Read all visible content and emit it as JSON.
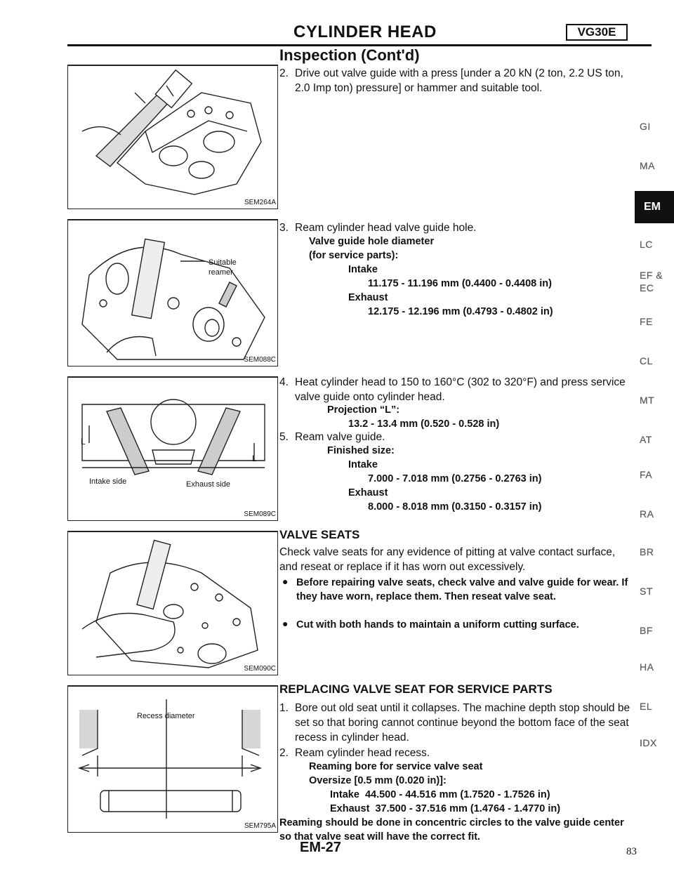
{
  "header": {
    "title": "CYLINDER HEAD",
    "engine_badge": "VG30E",
    "subtitle": "Inspection (Cont'd)"
  },
  "figures": [
    {
      "code": "SEM264A"
    },
    {
      "code": "SEM088C",
      "label_suitable": "Suitable",
      "label_reamer": "reamer"
    },
    {
      "code": "SEM089C",
      "label_intake": "Intake side",
      "label_exhaust": "Exhaust side",
      "label_l1": "L",
      "label_l2": "L"
    },
    {
      "code": "SEM090C"
    },
    {
      "code": "SEM795A",
      "label_recess": "Recess diameter"
    }
  ],
  "steps": {
    "s2": {
      "num": "2.",
      "text": "Drive out valve guide with a press [under a 20 kN (2 ton, 2.2 US ton, 2.0 Imp ton) pressure] or hammer and suitable tool."
    },
    "s3": {
      "num": "3.",
      "text": "Ream cylinder head valve guide hole.",
      "spec1": "Valve guide hole diameter",
      "spec2": "(for service parts):",
      "intake_label": "Intake",
      "intake_value": "11.175 - 11.196 mm (0.4400 - 0.4408 in)",
      "exhaust_label": "Exhaust",
      "exhaust_value": "12.175 - 12.196 mm (0.4793 - 0.4802 in)"
    },
    "s4": {
      "num": "4.",
      "text": "Heat cylinder head to 150 to 160°C (302 to 320°F) and press service valve guide onto cylinder head.",
      "proj_label": "Projection “L”:",
      "proj_value": "13.2 - 13.4 mm (0.520 - 0.528 in)"
    },
    "s5": {
      "num": "5.",
      "text": "Ream valve guide.",
      "size_label": "Finished size:",
      "intake_label": "Intake",
      "intake_value": "7.000 - 7.018 mm (0.2756 - 0.2763 in)",
      "exhaust_label": "Exhaust",
      "exhaust_value": "8.000 - 8.018 mm (0.3150 - 0.3157 in)"
    }
  },
  "valve_seats": {
    "heading": "VALVE SEATS",
    "para": "Check valve seats for any evidence of pitting at valve contact surface, and reseat or replace if it has worn out excessively.",
    "bullet1": "Before repairing valve seats, check valve and valve guide for wear. If they have worn, replace them. Then reseat valve seat.",
    "bullet2": "Cut with both hands to maintain a uniform cutting surface."
  },
  "replacing": {
    "heading": "REPLACING VALVE SEAT FOR SERVICE PARTS",
    "s1_num": "1.",
    "s1": "Bore out old seat until it collapses. The machine depth stop should be set so that boring cannot continue beyond the bottom face of the seat recess in cylinder head.",
    "s2_num": "2.",
    "s2": "Ream cylinder head recess.",
    "spec1": "Reaming bore for service valve seat",
    "spec2": "Oversize [0.5 mm (0.020 in)]:",
    "intake": "Intake  44.500 - 44.516 mm (1.7520 - 1.7526 in)",
    "exhaust": "Exhaust  37.500 - 37.516 mm (1.4764 - 1.4770 in)",
    "note": "Reaming should be done in concentric circles to the valve guide center so that valve seat will have the correct fit."
  },
  "sidebar": {
    "items": [
      "GI",
      "MA",
      "EM",
      "LC",
      "EF &",
      "EC",
      "FE",
      "CL",
      "MT",
      "AT",
      "FA",
      "RA",
      "BR",
      "ST",
      "BF",
      "HA",
      "EL",
      "IDX"
    ],
    "active": "EM"
  },
  "footer": {
    "code": "EM-27",
    "page_number": "83"
  }
}
